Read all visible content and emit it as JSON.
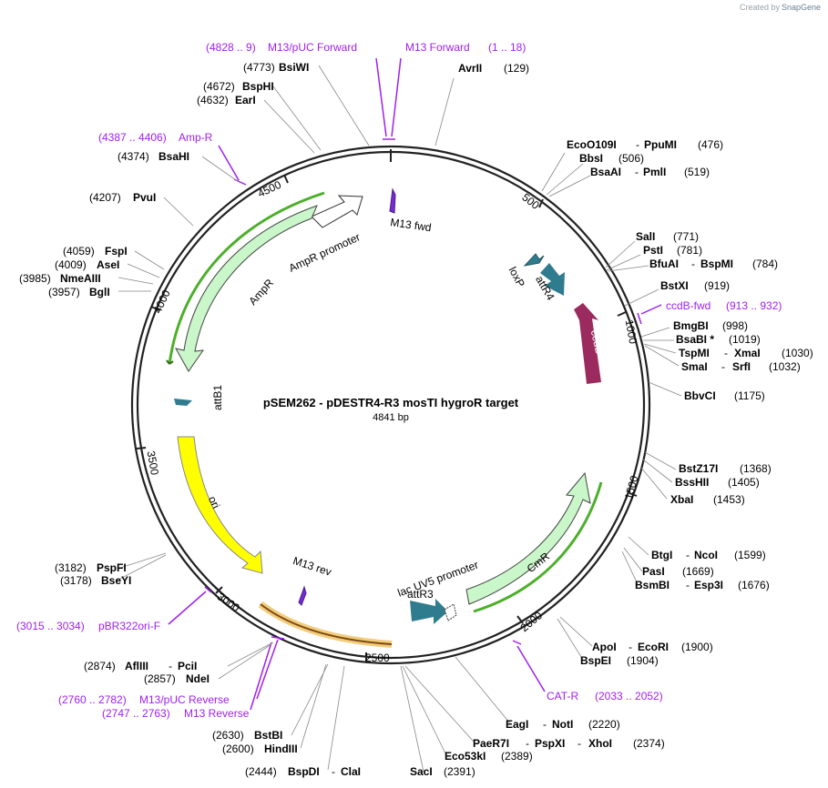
{
  "credit": {
    "text": "Created by",
    "brand": "SnapGene"
  },
  "title": "pSEM262 - pDESTR4-R3 mosTI hygroR target",
  "length": "4841 bp",
  "ticks": [
    "500",
    "1000",
    "1500",
    "2000",
    "2500",
    "3000",
    "3500",
    "4000",
    "4500"
  ],
  "features": [
    {
      "id": "m13fwd",
      "label": "M13 fwd"
    },
    {
      "id": "loxp",
      "label": "loxP"
    },
    {
      "id": "attr4",
      "label": "attR4"
    },
    {
      "id": "ccdb",
      "label": "ccdB"
    },
    {
      "id": "cmr",
      "label": "CmR"
    },
    {
      "id": "lacuv5",
      "label": "lac UV5 promoter"
    },
    {
      "id": "attr3",
      "label": "attR3"
    },
    {
      "id": "m13rev",
      "label": "M13 rev"
    },
    {
      "id": "ori",
      "label": "ori"
    },
    {
      "id": "attb1",
      "label": "attB1"
    },
    {
      "id": "ampr",
      "label": "AmpR"
    },
    {
      "id": "amprpromoter",
      "label": "AmpR promoter"
    }
  ],
  "primers": [
    {
      "name": "M13/pUC Forward",
      "range": "(4828 .. 9)"
    },
    {
      "name": "M13 Forward",
      "range": "(1 .. 18)"
    },
    {
      "name": "Amp-R",
      "range": "(4387 .. 4406)"
    },
    {
      "name": "ccdB-fwd",
      "range": "(913 .. 932)"
    },
    {
      "name": "CAT-R",
      "range": "(2033 .. 2052)"
    },
    {
      "name": "pBR322ori-F",
      "range": "(3015 .. 3034)"
    },
    {
      "name": "M13/pUC Reverse",
      "range": "(2760 .. 2782)"
    },
    {
      "name": "M13 Reverse",
      "range": "(2747 .. 2763)"
    }
  ],
  "enzymes_right": [
    {
      "name": "AvrII",
      "pos": "(129)"
    },
    {
      "name": "EcoO109I",
      "name2": "PpuMI",
      "pos": "(476)"
    },
    {
      "name": "BbsI",
      "pos": "(506)"
    },
    {
      "name": "BsaAI",
      "name2": "PmlI",
      "pos": "(519)"
    },
    {
      "name": "SalI",
      "pos": "(771)"
    },
    {
      "name": "PstI",
      "pos": "(781)"
    },
    {
      "name": "BfuAI",
      "name2": "BspMI",
      "pos": "(784)"
    },
    {
      "name": "BstXI",
      "pos": "(919)"
    },
    {
      "name": "BmgBI",
      "pos": "(998)"
    },
    {
      "name": "BsaBI *",
      "pos": "(1019)"
    },
    {
      "name": "TspMI",
      "name2": "XmaI",
      "pos": "(1030)"
    },
    {
      "name": "SmaI",
      "name2": "SrfI",
      "pos": "(1032)"
    },
    {
      "name": "BbvCI",
      "pos": "(1175)"
    },
    {
      "name": "BstZ17I",
      "pos": "(1368)"
    },
    {
      "name": "BssHII",
      "pos": "(1405)"
    },
    {
      "name": "XbaI",
      "pos": "(1453)"
    },
    {
      "name": "BtgI",
      "name2": "NcoI",
      "pos": "(1599)"
    },
    {
      "name": "PasI",
      "pos": "(1669)"
    },
    {
      "name": "BsmBI",
      "name2": "Esp3I",
      "pos": "(1676)"
    },
    {
      "name": "ApoI",
      "name2": "EcoRI",
      "pos": "(1900)"
    },
    {
      "name": "BspEI",
      "pos": "(1904)"
    },
    {
      "name": "EagI",
      "name2": "NotI",
      "pos": "(2220)"
    },
    {
      "name": "PaeR7I",
      "name2": "PspXI",
      "name3": "XhoI",
      "pos": "(2374)"
    },
    {
      "name": "Eco53kI",
      "pos": "(2389)"
    },
    {
      "name": "SacI",
      "pos": "(2391)"
    }
  ],
  "enzymes_left": [
    {
      "name": "BsiWI",
      "pos": "(4773)"
    },
    {
      "name": "BspHI",
      "pos": "(4672)"
    },
    {
      "name": "EarI",
      "pos": "(4632)"
    },
    {
      "name": "BsaHI",
      "pos": "(4374)"
    },
    {
      "name": "PvuI",
      "pos": "(4207)"
    },
    {
      "name": "FspI",
      "pos": "(4059)"
    },
    {
      "name": "AseI",
      "pos": "(4009)"
    },
    {
      "name": "NmeAIII",
      "pos": "(3985)"
    },
    {
      "name": "BglI",
      "pos": "(3957)"
    },
    {
      "name": "PspFI",
      "pos": "(3182)"
    },
    {
      "name": "BseYI",
      "pos": "(3178)"
    },
    {
      "name": "AflIII",
      "name2": "PciI",
      "pos": "(2874)"
    },
    {
      "name": "NdeI",
      "pos": "(2857)"
    },
    {
      "name": "BstBI",
      "pos": "(2630)"
    },
    {
      "name": "HindIII",
      "pos": "(2600)"
    },
    {
      "name": "BspDI",
      "name2": "ClaI",
      "pos": "(2444)"
    }
  ],
  "colors": {
    "backbone": "#222222",
    "primer": "#a020f0",
    "ccdb": "#9b2a5f",
    "att": "#2f7c8f",
    "cmr": "#c9f7c9",
    "ampr": "#c9f7c9",
    "ori": "#ffff00",
    "m13": "#7a2ad2",
    "orf_line": "#4caf2a"
  }
}
